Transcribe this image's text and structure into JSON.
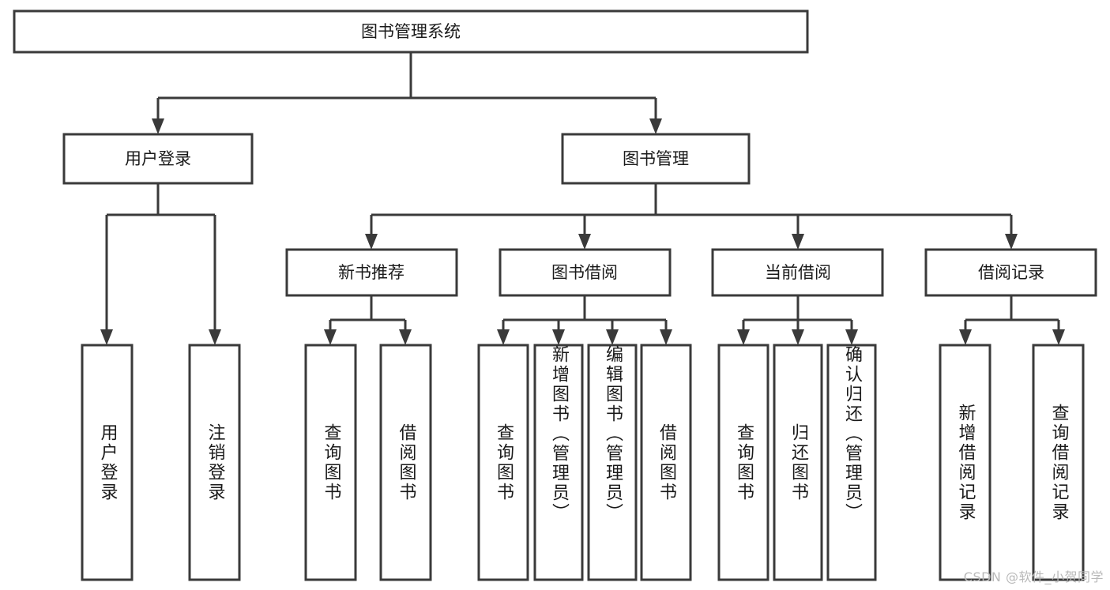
{
  "diagram": {
    "title": "图书管理系统",
    "type": "hierarchy-tree",
    "root": {
      "label": "图书管理系统"
    },
    "level2": [
      {
        "label": "用户登录"
      },
      {
        "label": "图书管理"
      }
    ],
    "level3": [
      {
        "label": "新书推荐"
      },
      {
        "label": "图书借阅"
      },
      {
        "label": "当前借阅"
      },
      {
        "label": "借阅记录"
      }
    ],
    "leaves": {
      "user_login": [
        {
          "label": "用户登录"
        },
        {
          "label": "注销登录"
        }
      ],
      "new_book_recommend": [
        {
          "label": "查询图书"
        },
        {
          "label": "借阅图书"
        }
      ],
      "book_borrow": [
        {
          "label": "查询图书"
        },
        {
          "label": "新增图书（管理员）"
        },
        {
          "label": "编辑图书（管理员）"
        },
        {
          "label": "借阅图书"
        }
      ],
      "current_borrow": [
        {
          "label": "查询图书"
        },
        {
          "label": "归还图书"
        },
        {
          "label": "确认归还（管理员）"
        }
      ],
      "borrow_record": [
        {
          "label": "新增借阅记录"
        },
        {
          "label": "查询借阅记录"
        }
      ]
    }
  },
  "watermark": {
    "text": "CSDN @软件_小贺同学"
  },
  "colors": {
    "stroke": "#3a3a3a",
    "box_fill": "#ffffff",
    "text": "#1a1a1a",
    "watermark": "#b9b9b9",
    "background": "#ffffff"
  }
}
